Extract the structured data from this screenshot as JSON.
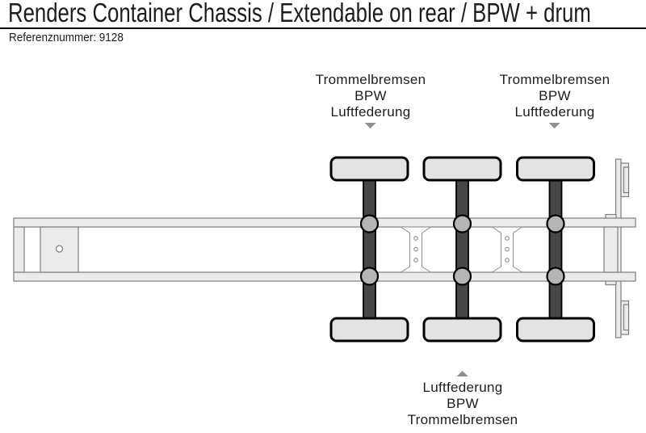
{
  "header": {
    "title": "Renders Container Chassis / Extendable on rear / BPW + drum",
    "reference": "Referenznummer: 9128"
  },
  "diagram": {
    "type": "technical-drawing",
    "subject": "container chassis top view, 3 axles, kingpin front, extendable rear",
    "axle_count": 3,
    "annotations": [
      {
        "id": "axle-1-top",
        "arrow": "down",
        "lines": [
          "Trommelbremsen",
          "BPW",
          "Luftfederung"
        ]
      },
      {
        "id": "axle-3-top",
        "arrow": "down",
        "lines": [
          "Trommelbremsen",
          "BPW",
          "Luftfederung"
        ]
      },
      {
        "id": "axle-2-bottom",
        "arrow": "up",
        "lines": [
          "Luftfederung",
          "BPW",
          "Trommelbremsen"
        ]
      }
    ],
    "colors": {
      "bg": "#ffffff",
      "text": "#1c1c1c",
      "arrow": "#8f8f8f",
      "chassis_fill": "#ebebeb",
      "chassis_stroke": "#7d7d7d",
      "bracket_fill": "#ffffff",
      "bracket_stroke": "#8c8c8c",
      "tire_fill": "#e3e3e3",
      "axle_fill": "#474747",
      "hub_fill": "#b5b5b5",
      "outline": "#000000"
    }
  }
}
